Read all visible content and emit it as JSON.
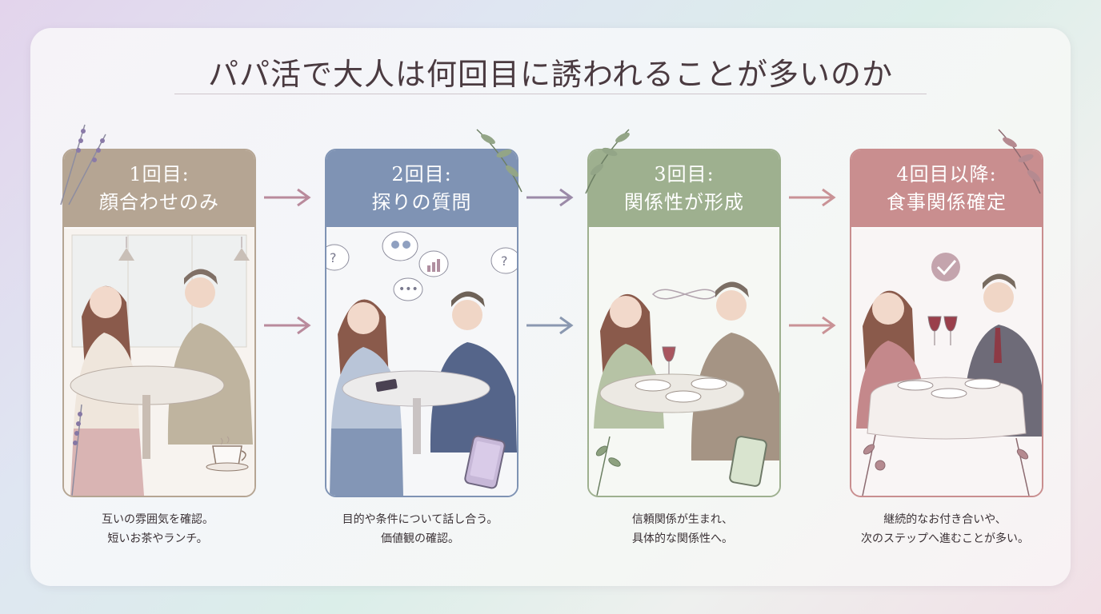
{
  "title": "パパ活で大人は何回目に誘われることが多いのか",
  "colors": {
    "step1": "#b5a593",
    "step2": "#7f93b4",
    "step3": "#9eb08f",
    "step4": "#c98e8f",
    "arrow": "#b98a9c"
  },
  "steps": [
    {
      "line1": "1回目:",
      "line2": "顔合わせのみ",
      "caption1": "互いの雰囲気を確認。",
      "caption2": "短いお茶やランチ。"
    },
    {
      "line1": "2回目:",
      "line2": "探りの質問",
      "caption1": "目的や条件について話し合う。",
      "caption2": "価値観の確認。"
    },
    {
      "line1": "3回目:",
      "line2": "関係性が形成",
      "caption1": "信頼関係が生まれ、",
      "caption2": "具体的な関係性へ。"
    },
    {
      "line1": "4回目以降:",
      "line2": "食事関係確定",
      "caption1": "継続的なお付き合いや、",
      "caption2": "次のステップへ進むことが多い。"
    }
  ],
  "icons": [
    "question-icon",
    "people-chat-icon",
    "chart-icon",
    "ellipsis-icon",
    "infinity-icon",
    "checkmark-icon",
    "coffee-cup-icon",
    "smartphone-icon",
    "wine-glass-icon",
    "lavender-icon",
    "leaf-branch-icon"
  ]
}
